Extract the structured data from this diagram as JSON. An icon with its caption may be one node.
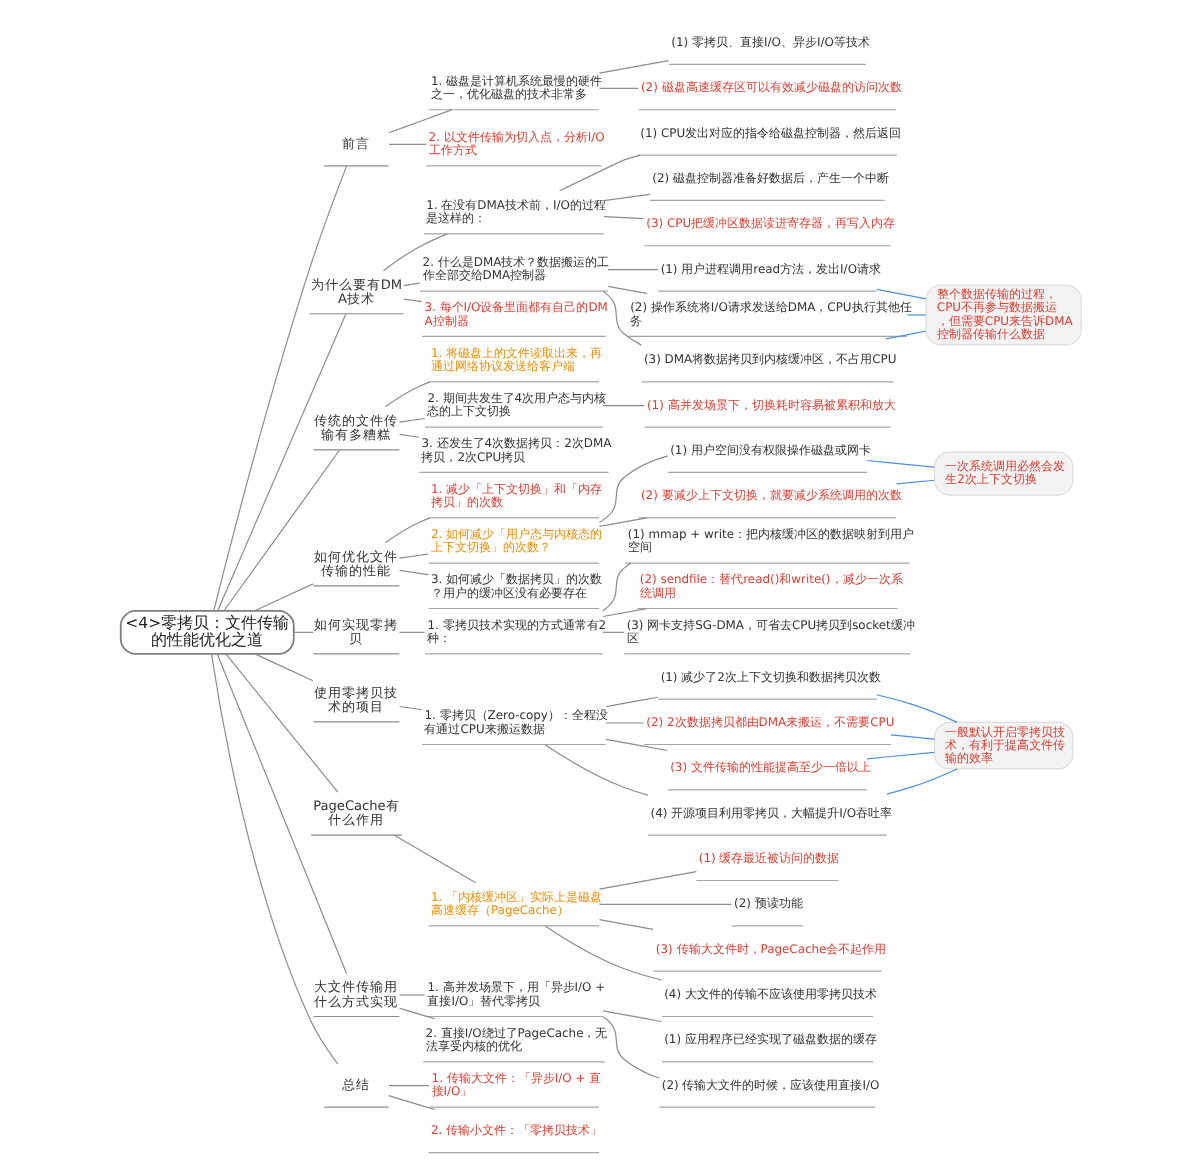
{
  "diagram": {
    "nodes": [
      {
        "text": [
          "<4>零拷贝：文件传输的性能优化之道"
        ]
      },
      {
        "text": [
          "前言"
        ]
      },
      {
        "text": [
          "1. 磁盘是计算机系统最慢的硬件之一，优化磁盘的技术非常多"
        ]
      },
      {
        "text": [
          "(1) 零拷贝、直接I/O、异步I/O等技术"
        ]
      },
      {
        "text": [
          "(2) 磁盘高速缓存区可以有效减少磁盘的访问次数"
        ]
      },
      {
        "text": [
          "2. 以文件传输为切入点，分析I/O工作方式"
        ]
      },
      {
        "text": [
          "为什么要有DMA技术"
        ]
      },
      {
        "text": [
          "1. 在没有DMA技术前，I/O的过程是这样的："
        ]
      },
      {
        "text": [
          "(1) CPU发出对应的指令给磁盘控制器，然后返回"
        ]
      },
      {
        "text": [
          "(2) 磁盘控制器准备好数据后，产生一个中断"
        ]
      },
      {
        "text": [
          "(3) CPU把缓冲区数据读进寄存器，再写入内存"
        ]
      },
      {
        "text": [
          "2. 什么是DMA技术？数据搬运的工作全部交给DMA控制器"
        ]
      },
      {
        "text": [
          "(1) 用户进程调用read方法，发出I/O请求"
        ]
      },
      {
        "text": [
          "(2) 操作系统将I/O请求发送给DMA，CPU执行其他任务"
        ]
      },
      {
        "text": [
          "(3) DMA将数据拷贝到内核缓冲区，不占用CPU"
        ]
      },
      {
        "text": [
          "整个数据传输的过程，CPU不再参与数据搬运，但需要CPU来告诉DMA控制器传输什么数据"
        ]
      },
      {
        "text": [
          "3. 每个I/O设备里面都有自己的DMA控制器"
        ]
      },
      {
        "text": [
          "传统的文件传输有多糟糕"
        ]
      },
      {
        "text": [
          "1. 将磁盘上的文件读取出来，再通过网络协议发送给客户端"
        ]
      },
      {
        "text": [
          "2. 期间共发生了4次用户态与内核态的上下文切换"
        ]
      },
      {
        "text": [
          "(1) 高并发场景下，切换耗时容易被累积和放大"
        ]
      },
      {
        "text": [
          "3. 还发生了4次数据拷贝：2次DMA拷贝，2次CPU拷贝"
        ]
      },
      {
        "text": [
          "如何优化文件传输的性能"
        ]
      },
      {
        "text": [
          "1. 减少「上下文切换」和「内存拷贝」的次数"
        ]
      },
      {
        "text": [
          "2. 如何减少「用户态与内核态的上下文切换」的次数？"
        ]
      },
      {
        "text": [
          "(1) 用户空间没有权限操作磁盘或网卡"
        ]
      },
      {
        "text": [
          "(2) 要减少上下文切换，就要减少系统调用的次数"
        ]
      },
      {
        "text": [
          "一次系统调用必然会发生2次上下文切换"
        ]
      },
      {
        "text": [
          "3. 如何减少「数据拷贝」的次数？用户的缓冲区没有必要存在"
        ]
      },
      {
        "text": [
          "如何实现零拷贝"
        ]
      },
      {
        "text": [
          "1. 零拷贝技术实现的方式通常有2种："
        ]
      },
      {
        "text": [
          "(1) mmap + write：把内核缓冲区的数据映射到用户空间"
        ]
      },
      {
        "text": [
          "(2) sendfile：替代read()和write()，减少一次系统调用"
        ]
      },
      {
        "text": [
          "(3) 网卡支持SG-DMA，可省去CPU拷贝到socket缓冲区"
        ]
      },
      {
        "text": [
          "使用零拷贝技术的项目"
        ]
      },
      {
        "text": [
          "1. 零拷贝（Zero-copy）：全程没有通过CPU来搬运数据"
        ]
      },
      {
        "text": [
          "(1) 减少了2次上下文切换和数据拷贝次数"
        ]
      },
      {
        "text": [
          "(2) 2次数据拷贝都由DMA来搬运，不需要CPU"
        ]
      },
      {
        "text": [
          "(3) 文件传输的性能提高至少一倍以上"
        ]
      },
      {
        "text": [
          "(4) 开源项目利用零拷贝，大幅提升I/O吞吐率"
        ]
      },
      {
        "text": [
          "一般默认开启零拷贝技术，有利于提高文件传输的效率"
        ]
      },
      {
        "text": [
          "PageCache有什么作用"
        ]
      },
      {
        "text": [
          "1. 「内核缓冲区」实际上是磁盘高速缓存（PageCache）"
        ]
      },
      {
        "text": [
          "(1) 缓存最近被访问的数据"
        ]
      },
      {
        "text": [
          "(2) 预读功能"
        ]
      },
      {
        "text": [
          "(3) 传输大文件时，PageCache会不起作用"
        ]
      },
      {
        "text": [
          "(4) 大文件的传输不应该使用零拷贝技术"
        ]
      },
      {
        "text": [
          "大文件传输用什么方式实现"
        ]
      },
      {
        "text": [
          "1. 高并发场景下，用「异步I/O + 直接I/O」替代零拷贝"
        ]
      },
      {
        "text": [
          "(1) 应用程序已经实现了磁盘数据的缓存"
        ]
      },
      {
        "text": [
          "(2) 传输大文件的时候，应该使用直接I/O"
        ]
      },
      {
        "text": [
          "2. 直接I/O绕过了PageCache，无法享受内核的优化"
        ]
      },
      {
        "text": [
          "总结"
        ]
      },
      {
        "text": [
          "1. 传输大文件：「异步I/O + 直接I/O」"
        ]
      },
      {
        "text": [
          "2. 传输小文件：「零拷贝技术」"
        ]
      }
    ],
    "edges": [
      {
        "from": 0,
        "to": 1,
        "arrow": "none"
      },
      {
        "from": 0,
        "to": 6,
        "arrow": "none"
      },
      {
        "from": 0,
        "to": 17,
        "arrow": "none"
      },
      {
        "from": 0,
        "to": 22,
        "arrow": "none"
      },
      {
        "from": 0,
        "to": 29,
        "arrow": "none"
      },
      {
        "from": 0,
        "to": 34,
        "arrow": "none"
      },
      {
        "from": 0,
        "to": 41,
        "arrow": "none"
      },
      {
        "from": 0,
        "to": 47,
        "arrow": "none"
      },
      {
        "from": 0,
        "to": 52,
        "arrow": "none"
      },
      {
        "from": 1,
        "to": 2,
        "arrow": "none"
      },
      {
        "from": 2,
        "to": 3,
        "arrow": "none"
      },
      {
        "from": 2,
        "to": 4,
        "arrow": "none"
      },
      {
        "from": 1,
        "to": 5,
        "arrow": "none"
      },
      {
        "from": 6,
        "to": 7,
        "arrow": "none"
      },
      {
        "from": 7,
        "to": 8,
        "arrow": "none"
      },
      {
        "from": 7,
        "to": 9,
        "arrow": "none"
      },
      {
        "from": 7,
        "to": 10,
        "arrow": "none"
      },
      {
        "from": 6,
        "to": 11,
        "arrow": "none"
      },
      {
        "from": 11,
        "to": 12,
        "arrow": "none"
      },
      {
        "from": 11,
        "to": 13,
        "arrow": "none"
      },
      {
        "from": 11,
        "to": 14,
        "arrow": "none"
      },
      {
        "from": 12,
        "to": 15,
        "arrow": "none",
        "color": "#4a90e2"
      },
      {
        "from": 13,
        "to": 15,
        "arrow": "none",
        "color": "#4a90e2"
      },
      {
        "from": 14,
        "to": 15,
        "arrow": "none",
        "color": "#4a90e2"
      },
      {
        "from": 6,
        "to": 16,
        "arrow": "none"
      },
      {
        "from": 17,
        "to": 18,
        "arrow": "none"
      },
      {
        "from": 17,
        "to": 19,
        "arrow": "none"
      },
      {
        "from": 19,
        "to": 20,
        "arrow": "none"
      },
      {
        "from": 17,
        "to": 21,
        "arrow": "none"
      },
      {
        "from": 22,
        "to": 23,
        "arrow": "none"
      },
      {
        "from": 22,
        "to": 24,
        "arrow": "none"
      },
      {
        "from": 24,
        "to": 25,
        "arrow": "none"
      },
      {
        "from": 24,
        "to": 26,
        "arrow": "none"
      },
      {
        "from": 25,
        "to": 27,
        "arrow": "none",
        "color": "#4a90e2"
      },
      {
        "from": 26,
        "to": 27,
        "arrow": "none",
        "color": "#4a90e2"
      },
      {
        "from": 22,
        "to": 28,
        "arrow": "none"
      },
      {
        "from": 29,
        "to": 30,
        "arrow": "none"
      },
      {
        "from": 30,
        "to": 31,
        "arrow": "none"
      },
      {
        "from": 30,
        "to": 32,
        "arrow": "none"
      },
      {
        "from": 30,
        "to": 33,
        "arrow": "none"
      },
      {
        "from": 34,
        "to": 35,
        "arrow": "none"
      },
      {
        "from": 35,
        "to": 36,
        "arrow": "none"
      },
      {
        "from": 35,
        "to": 37,
        "arrow": "none"
      },
      {
        "from": 35,
        "to": 38,
        "arrow": "none"
      },
      {
        "from": 35,
        "to": 39,
        "arrow": "none"
      },
      {
        "from": 36,
        "to": 40,
        "arrow": "none",
        "color": "#4a90e2"
      },
      {
        "from": 37,
        "to": 40,
        "arrow": "none",
        "color": "#4a90e2"
      },
      {
        "from": 38,
        "to": 40,
        "arrow": "none",
        "color": "#4a90e2"
      },
      {
        "from": 39,
        "to": 40,
        "arrow": "none",
        "color": "#4a90e2"
      },
      {
        "from": 41,
        "to": 42,
        "arrow": "none"
      },
      {
        "from": 42,
        "to": 43,
        "arrow": "none"
      },
      {
        "from": 42,
        "to": 44,
        "arrow": "none"
      },
      {
        "from": 42,
        "to": 45,
        "arrow": "none"
      },
      {
        "from": 42,
        "to": 46,
        "arrow": "none"
      },
      {
        "from": 47,
        "to": 48,
        "arrow": "none"
      },
      {
        "from": 48,
        "to": 49,
        "arrow": "none"
      },
      {
        "from": 48,
        "to": 50,
        "arrow": "none"
      },
      {
        "from": 47,
        "to": 51,
        "arrow": "none"
      },
      {
        "from": 52,
        "to": 53,
        "arrow": "none"
      },
      {
        "from": 52,
        "to": 54,
        "arrow": "none"
      }
    ]
  }
}
